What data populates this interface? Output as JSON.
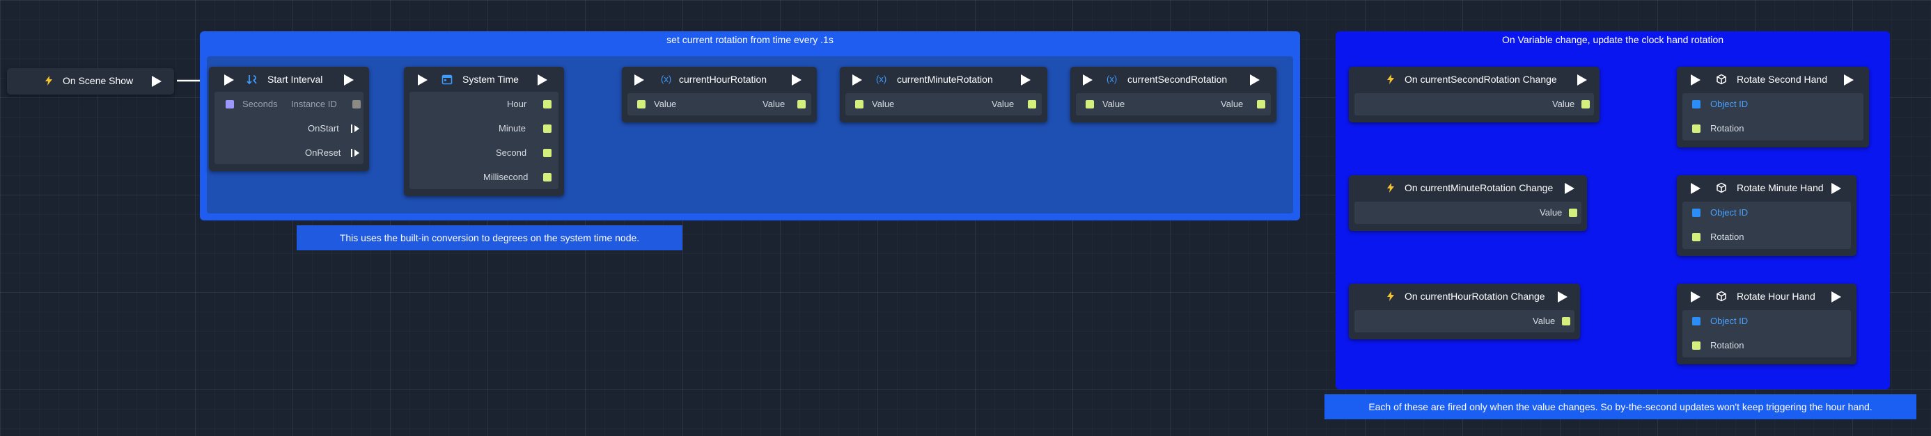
{
  "groups": {
    "left_title": "set current rotation from time every .1s",
    "right_title": "On Variable change, update the clock hand rotation"
  },
  "comments": {
    "left": "This uses the built-in conversion to degrees on the system time node.",
    "right": "Each of these are fired only when the value changes. So by-the-second updates won't keep triggering the hour hand."
  },
  "nodes": {
    "on_scene_show": {
      "title": "On Scene Show"
    },
    "start_interval": {
      "title": "Start Interval",
      "seconds": "Seconds",
      "instance_id": "Instance ID",
      "on_start": "OnStart",
      "on_reset": "OnReset"
    },
    "system_time": {
      "title": "System Time",
      "hour": "Hour",
      "minute": "Minute",
      "second": "Second",
      "millisecond": "Millisecond"
    },
    "current_hour": {
      "title": "currentHourRotation",
      "in": "Value",
      "out": "Value"
    },
    "current_minute": {
      "title": "currentMinuteRotation",
      "in": "Value",
      "out": "Value"
    },
    "current_second": {
      "title": "currentSecondRotation",
      "in": "Value",
      "out": "Value"
    },
    "on_second_change": {
      "title": "On currentSecondRotation Change",
      "value": "Value"
    },
    "on_minute_change": {
      "title": "On currentMinuteRotation Change",
      "value": "Value"
    },
    "on_hour_change": {
      "title": "On currentHourRotation Change",
      "value": "Value"
    },
    "rotate_second": {
      "title": "Rotate Second Hand",
      "object_id": "Object ID",
      "rotation": "Rotation"
    },
    "rotate_minute": {
      "title": "Rotate Minute Hand",
      "object_id": "Object ID",
      "rotation": "Rotation"
    },
    "rotate_hour": {
      "title": "Rotate Hour Hand",
      "object_id": "Object ID",
      "rotation": "Rotation"
    }
  },
  "colors": {
    "left_group": "#1f5cf0",
    "right_group": "#0a16f0",
    "comment": "#1f5ae0",
    "value_port": "#d5ef7d",
    "object_port": "#2b8ef6",
    "event_icon": "#f2c230",
    "variable_icon": "#3d9cff"
  },
  "icons": {
    "event": "lightning-icon",
    "interval": "interval-icon",
    "system_time": "calendar-icon",
    "variable": "variable-icon",
    "rotate": "cube-icon"
  }
}
